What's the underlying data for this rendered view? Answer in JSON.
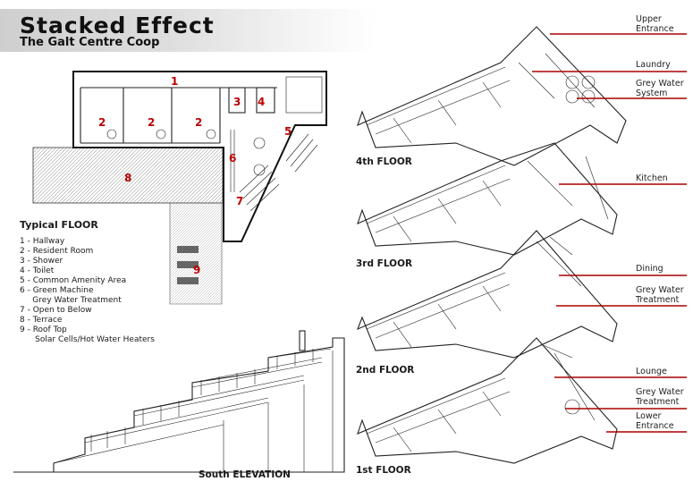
{
  "header": {
    "title": "Stacked Effect",
    "subtitle": "The Galt Centre Coop"
  },
  "legend": {
    "heading": "Typical FLOOR",
    "items": [
      "1 - Hallway",
      "2 - Resident Room",
      "3 - Shower",
      "4 - Toilet",
      "5 - Common Amenity Area",
      "6 - Green Machine",
      "     Grey Water Treatment",
      "7 - Open to Below",
      "8 - Terrace",
      "9 - Roof Top",
      "      Solar Cells/Hot Water Heaters"
    ]
  },
  "plan_numbers": [
    "1",
    "2",
    "2",
    "2",
    "3",
    "4",
    "5",
    "6",
    "7",
    "8",
    "9"
  ],
  "elevation_label": "South ELEVATION",
  "floors": {
    "f4": "4th FLOOR",
    "f3": "3rd FLOOR",
    "f2": "2nd FLOOR",
    "f1": "1st FLOOR"
  },
  "callouts": {
    "upper_entrance": [
      "Upper",
      "Entrance"
    ],
    "laundry": [
      "Laundry"
    ],
    "grey_water_system": [
      "Grey Water",
      "System"
    ],
    "kitchen": [
      "Kitchen"
    ],
    "dining": [
      "Dining"
    ],
    "grey_water_treatment_2": [
      "Grey Water",
      "Treatment"
    ],
    "lounge": [
      "Lounge"
    ],
    "grey_water_treatment_1": [
      "Grey Water",
      "Treatment"
    ],
    "lower_entrance": [
      "Lower",
      "Entrance"
    ]
  },
  "colors": {
    "callout_line": "#a00000",
    "plan_number": "#b00000",
    "title_band": "#d0d0d0"
  }
}
